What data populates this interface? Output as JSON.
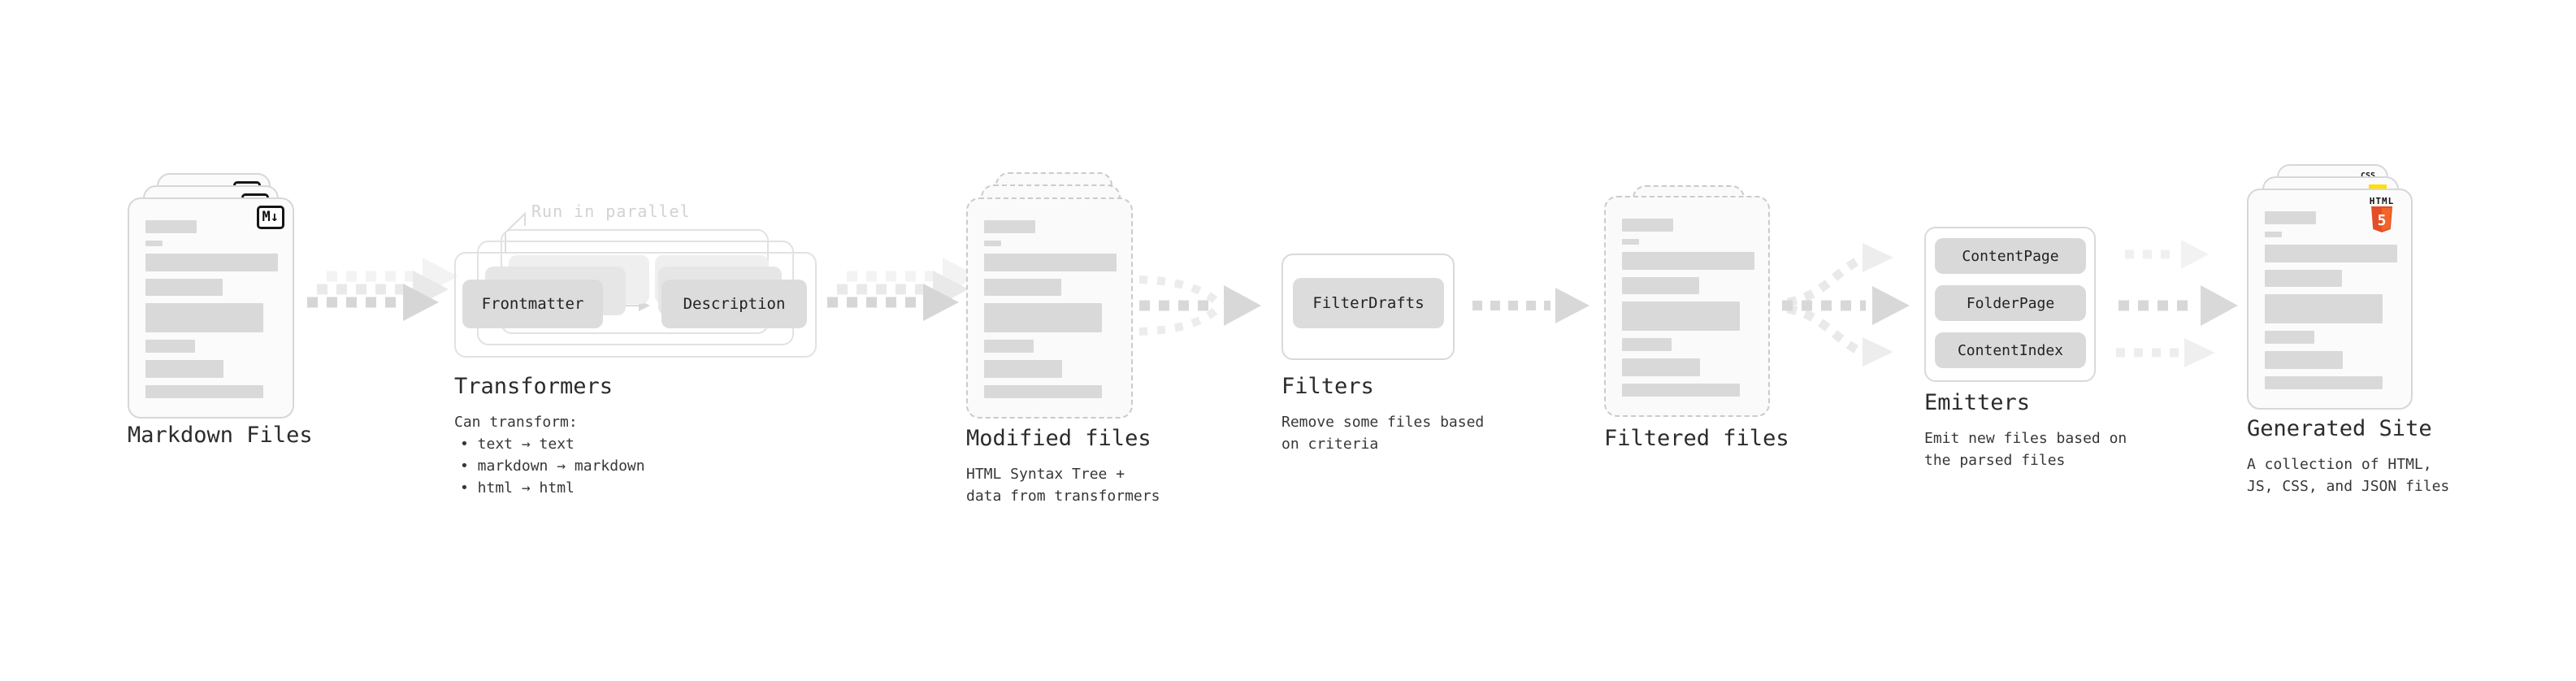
{
  "diagram": {
    "nodes": {
      "markdown_files": {
        "label": "Markdown Files",
        "badge": "M↓"
      },
      "transformers": {
        "heading": "Transformers",
        "note": "Run in parallel",
        "steps": [
          "Frontmatter",
          "Description"
        ],
        "desc_title": "Can transform:",
        "bullets": [
          "• text → text",
          "• markdown → markdown",
          "• html → html"
        ]
      },
      "modified_files": {
        "label": "Modified files",
        "desc": [
          "HTML Syntax Tree +",
          "data from transformers"
        ]
      },
      "filters": {
        "heading": "Filters",
        "items": [
          "FilterDrafts"
        ],
        "desc": [
          "Remove some files based",
          "on criteria"
        ]
      },
      "filtered_files": {
        "label": "Filtered files"
      },
      "emitters": {
        "heading": "Emitters",
        "items": [
          "ContentPage",
          "FolderPage",
          "ContentIndex"
        ],
        "desc": [
          "Emit new files based on",
          "the parsed files"
        ]
      },
      "generated_site": {
        "label": "Generated Site",
        "desc": [
          "A collection of HTML,",
          "JS, CSS, and JSON files"
        ],
        "badges": {
          "css": "CSS",
          "html_word": "HTML",
          "html_number": "5"
        }
      }
    },
    "colors": {
      "html5_orange": "#e44d26",
      "html5_orange_light": "#f16529",
      "js_yellow": "#ffdf00",
      "css_blue": "#2b62ff",
      "arrow_gray": "#d7d7d7",
      "skeleton_gray": "#d9d9d9"
    }
  }
}
